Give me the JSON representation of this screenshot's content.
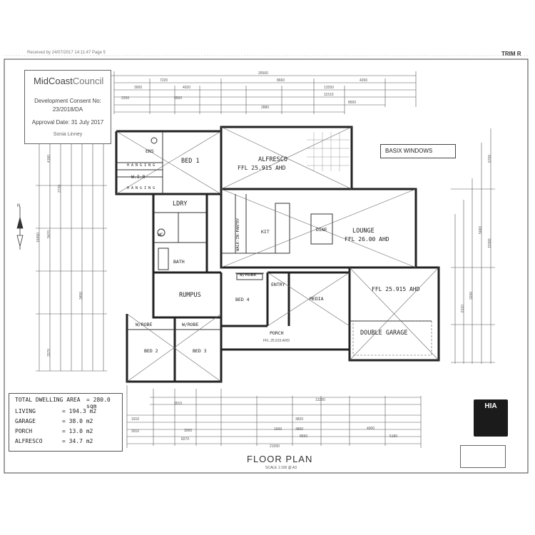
{
  "header": {
    "doc_ref": "Received by 24/07/2017 14:11:47  Page 5",
    "trim": "TRIM R"
  },
  "stamp": {
    "brand_a": "MidCoast",
    "brand_b": "Council",
    "consent_label": "Development Consent No:",
    "consent_no": "23/2018/DA",
    "approval": "Approval Date: 31 July 2017",
    "signatory": "Sonia Linney"
  },
  "basix": {
    "label": "BASIX WINDOWS"
  },
  "rooms": {
    "ens": "ENS",
    "bed1": "BED 1",
    "hanging_a": "H A N G I N G",
    "wir": "W.I.R",
    "hanging_b": "H A N G I N G",
    "alfresco": "ALFRESCO",
    "alfresco_ffl": "FFL 25.915 AHD",
    "ldry": "LDRY",
    "wc": "WC",
    "bath": "BATH",
    "walk_in_pantry": "WALK-IN-PANTRY",
    "kit": "KIT",
    "dine": "DINE",
    "lounge": "LOUNGE",
    "lounge_ffl": "FFL 26.00 AHD",
    "rumpus": "RUMPUS",
    "w_robe_1": "W/ROBE",
    "bed4": "BED 4",
    "entry": "ENTRY",
    "media": "MEDIA",
    "garage_ffl": "FFL 25.915 AHD",
    "double_garage": "DOUBLE GARAGE",
    "w_robe_2": "W/ROBE",
    "w_robe_3": "W/ROBE",
    "porch": "PORCH",
    "porch_ffl": "FFL 25.915 AHD",
    "bed2": "BED 2",
    "bed3": "BED 3"
  },
  "dimensions": {
    "top_overall": "26560",
    "top_a": "7220",
    "top_b": "8660",
    "top_c": "4260",
    "top_d": "13250",
    "top_e": "3000",
    "top_f": "4020",
    "top_g": "11510",
    "top_h": "2200",
    "top_i": "3500",
    "top_j": "2880",
    "top_k": "8600",
    "bottom_overall": "21050",
    "bottom_a": "13200",
    "bottom_b": "8270",
    "bottom_c": "8550",
    "bottom_d": "5180",
    "bottom_e": "3510",
    "bottom_f": "1910",
    "bottom_g": "3010",
    "bottom_h": "3820",
    "bottom_i": "3860",
    "bottom_j": "3000",
    "bottom_k": "1600",
    "bottom_l": "4000",
    "left_overall": "16450",
    "left_a": "4180",
    "left_b": "2720",
    "left_c": "5470",
    "left_d": "3450",
    "left_e": "3370",
    "right_a": "6700",
    "right_b": "5060",
    "right_c": "11580",
    "right_d": "3200",
    "right_e": "6110"
  },
  "areas": {
    "title_label": "TOTAL DWELLING AREA",
    "title_value": "= 280.0 sqm",
    "rows": [
      {
        "label": "LIVING",
        "value": "= 194.3 m2"
      },
      {
        "label": "GARAGE",
        "value": "= 38.0 m2"
      },
      {
        "label": "PORCH",
        "value": "= 13.0 m2"
      },
      {
        "label": "ALFRESCO",
        "value": "= 34.7 m2"
      }
    ]
  },
  "title": {
    "main": "FLOOR PLAN",
    "scale": "SCALE 1:100 @ A3"
  },
  "logo": {
    "hia": "HIA"
  },
  "colors": {
    "ink": "#222222",
    "light_ink": "#777777",
    "paper": "#ffffff"
  }
}
